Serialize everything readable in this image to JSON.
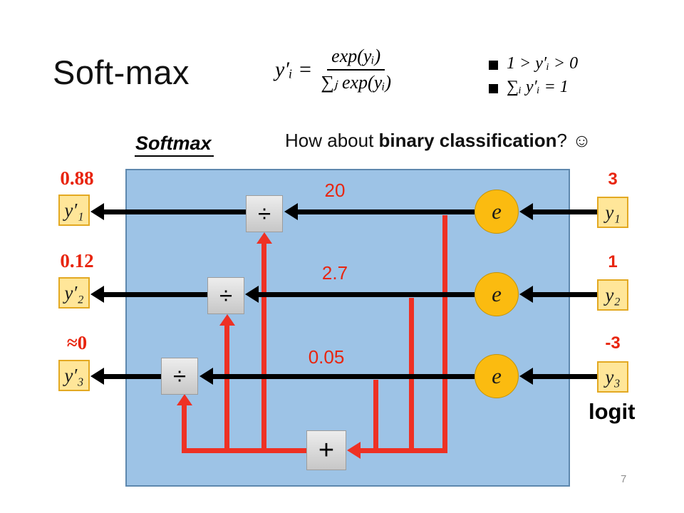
{
  "slide": {
    "title": "Soft-max",
    "page_number": "7"
  },
  "formula": {
    "lhs": "y′ᵢ =",
    "numerator": "exp(yᵢ)",
    "denominator": "∑ⱼ exp(yᵢ)"
  },
  "bullets": [
    {
      "text": "1 > y′ᵢ > 0"
    },
    {
      "text": "∑ᵢ y′ᵢ = 1"
    }
  ],
  "labels": {
    "softmax": "Softmax",
    "question_prefix": "How about ",
    "question_bold": "binary classification",
    "question_suffix": "? ☺",
    "logit": "logit"
  },
  "diagram": {
    "rows": [
      {
        "output_value": "0.88",
        "output_var": "y′₁",
        "divide": "÷",
        "exp_value": "20",
        "exp_symbol": "e",
        "input_var": "y₁",
        "input_value": "3"
      },
      {
        "output_value": "0.12",
        "output_var": "y′₂",
        "divide": "÷",
        "exp_value": "2.7",
        "exp_symbol": "e",
        "input_var": "y₂",
        "input_value": "1"
      },
      {
        "output_value": "≈0",
        "output_var": "y′₃",
        "divide": "÷",
        "exp_value": "0.05",
        "exp_symbol": "e",
        "input_var": "y₃",
        "input_value": "-3"
      }
    ],
    "sum_operator": "+",
    "colors": {
      "panel": "#9DC3E6",
      "panel_border": "#5E88AE",
      "var_box": "#FFE699",
      "var_box_border": "#E3A922",
      "exp_circle": "#FBBB10",
      "exp_circle_border": "#C2930B",
      "op_box": "#DCDCDC",
      "red_line": "#EE3124",
      "red_text": "#E8250F"
    }
  }
}
